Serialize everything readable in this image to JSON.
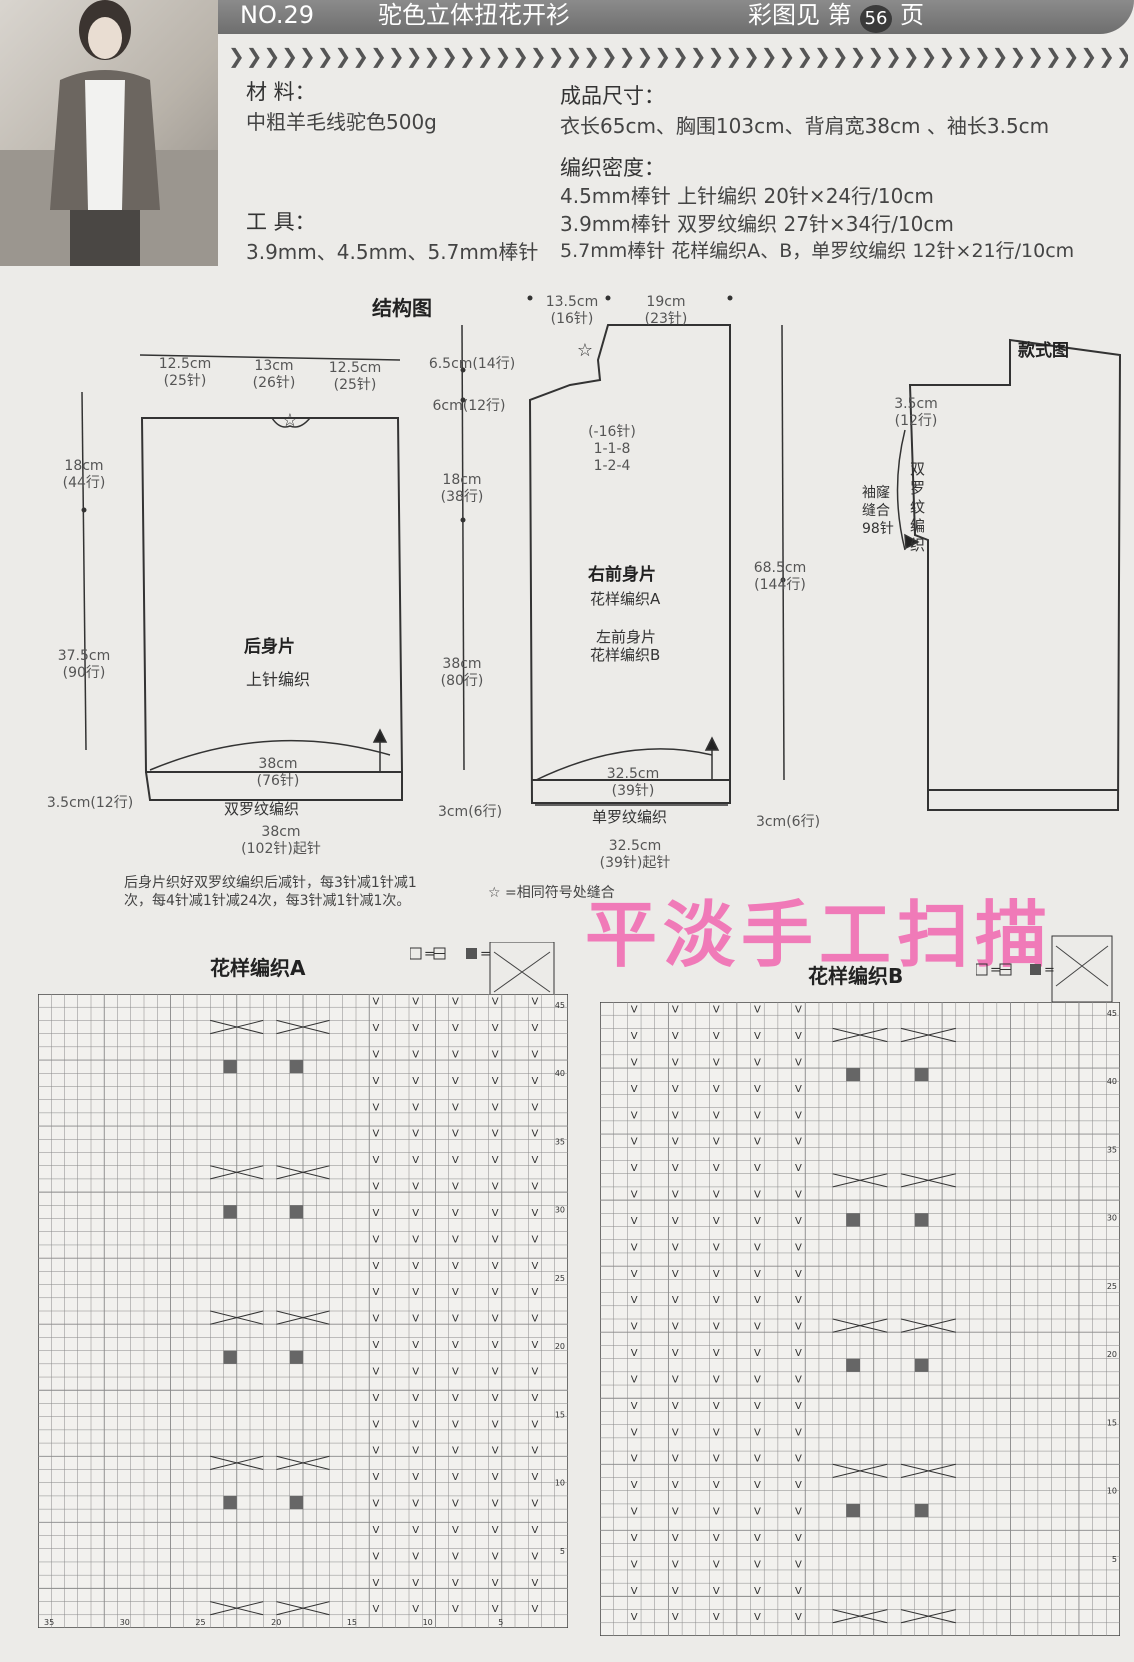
{
  "header": {
    "number": "NO.29",
    "title": "驼色立体扭花开衫",
    "ref_prefix": "彩图见  第",
    "ref_page": "56",
    "ref_suffix": "页"
  },
  "info": {
    "materials_label": "材    料：",
    "materials_value": "中粗羊毛线驼色500g",
    "tools_label": "工    具：",
    "tools_value": "3.9mm、4.5mm、5.7mm棒针",
    "size_label": "成品尺寸：",
    "size_value": "衣长65cm、胸围103cm、背肩宽38cm 、袖长3.5cm",
    "gauge_label": "编织密度：",
    "gauge_lines": [
      "4.5mm棒针 上针编织   20针×24行/10cm",
      "3.9mm棒针 双罗纹编织   27针×34行/10cm",
      "5.7mm棒针 花样编织A、B，单罗纹编织   12针×21行/10cm"
    ]
  },
  "structure": {
    "title": "结构图",
    "back": {
      "top_left": "12.5cm\n(25针)",
      "top_mid": "13cm\n(26针)",
      "top_right": "12.5cm\n(25针)",
      "left_top": "18cm\n(44行)",
      "left_mid": "37.5cm\n(90行)",
      "left_bottom": "3.5cm(12行)",
      "name": "后身片",
      "stitch": "上针编织",
      "width_inner": "38cm\n(76针)",
      "rib": "双罗纹编织",
      "width_bottom": "38cm\n(102针)起针"
    },
    "center": {
      "d1": "6.5cm(14行)",
      "d2": "6cm(12行)",
      "d3": "18cm\n(38行)",
      "d4": "38cm\n(80行)",
      "d5": "3cm(6行)"
    },
    "front": {
      "top_left": "13.5cm\n(16针)",
      "top_right": "19cm\n(23针)",
      "dec": "(-16针)\n1-1-8\n1-2-4",
      "name_right": "右前身片",
      "stitch_a": "花样编织A",
      "name_left": "左前身片",
      "stitch_b": "花样编织B",
      "right_len": "68.5cm\n(144行)",
      "right_bottom": "3cm(6行)",
      "width_inner": "32.5cm\n(39针)",
      "rib": "单罗纹编织",
      "width_bottom": "32.5cm\n(39针)起针"
    },
    "note": "后身片织好双罗纹编织后减针，每3针减1针减1次，每4针减1针减24次，每3针减1针减1次。",
    "star_note": "=相同符号处缝合"
  },
  "style": {
    "title": "款式图",
    "sleeve_len": "3.5cm\n(12行)",
    "cuff_label": "袖窿\n缝合\n98针",
    "cuff_stitch": "双\n罗\n纹\n编\n织"
  },
  "charts": {
    "a_title": "花样编织A",
    "b_title": "花样编织B",
    "legend_eq": "=",
    "a_row_labels": [
      "45",
      "40",
      "35",
      "30",
      "25",
      "20",
      "15",
      "10",
      "5"
    ],
    "a_col_labels": [
      "35",
      "30",
      "25",
      "20",
      "15",
      "10",
      "5"
    ],
    "b_row_labels": [
      "45",
      "40",
      "35",
      "30",
      "25",
      "20",
      "15",
      "10",
      "5"
    ]
  },
  "watermark": "平淡手工扫描"
}
